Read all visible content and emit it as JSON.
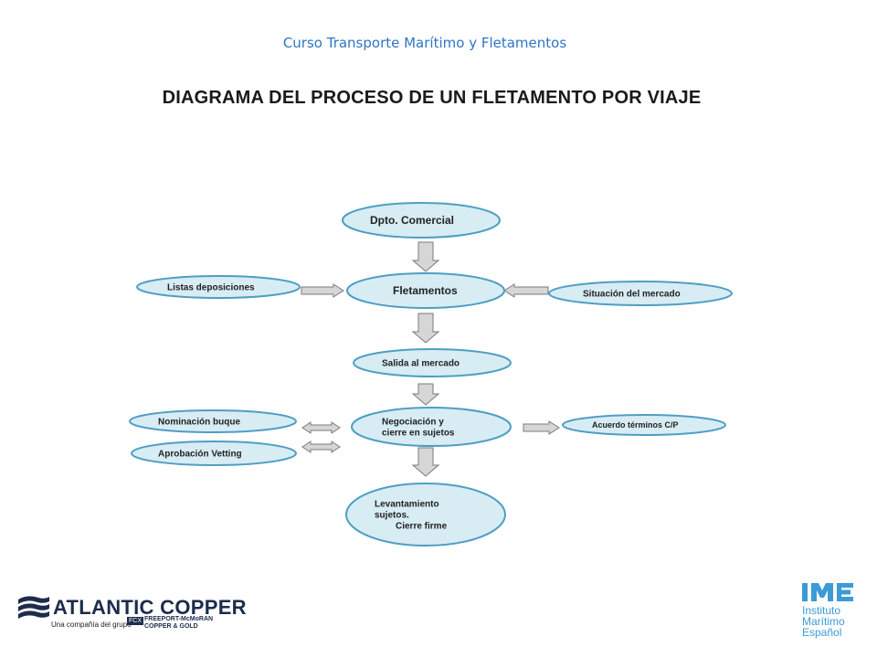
{
  "header": {
    "course_title": "Curso Transporte Marítimo y Fletamentos",
    "diagram_title": "DIAGRAMA  DEL PROCESO DE UN FLETAMENTO  POR VIAJE"
  },
  "colors": {
    "node_fill": "#d8ecf4",
    "node_stroke": "#4f9ec4",
    "arrow_fill": "#d6d6d6",
    "arrow_stroke": "#7a7a7a",
    "title_blue": "#2e75c4",
    "brand_navy": "#1c2c4c",
    "brand_ime_blue": "#3b9bd6"
  },
  "diagram": {
    "nodes": [
      {
        "id": "dpto-comercial",
        "lines": [
          "Dpto. Comercial"
        ]
      },
      {
        "id": "listas-posiciones",
        "lines": [
          "Listas deposiciones"
        ]
      },
      {
        "id": "fletamentos",
        "lines": [
          "Fletamentos"
        ]
      },
      {
        "id": "situacion-mercado",
        "lines": [
          "Situación del mercado"
        ]
      },
      {
        "id": "salida-mercado",
        "lines": [
          "Salida al mercado"
        ]
      },
      {
        "id": "nominacion-buque",
        "lines": [
          "Nominación buque"
        ]
      },
      {
        "id": "aprobacion-vetting",
        "lines": [
          "Aprobación Vetting"
        ]
      },
      {
        "id": "negociacion",
        "lines": [
          "Negociación y",
          "cierre en sujetos"
        ]
      },
      {
        "id": "acuerdo-terminos",
        "lines": [
          "Acuerdo términos C/P"
        ]
      },
      {
        "id": "levantamiento",
        "lines": [
          "Levantamiento",
          "sujetos.",
          "Cierre firme"
        ]
      }
    ],
    "edges": [
      {
        "from": "dpto-comercial",
        "to": "fletamentos",
        "direction": "down"
      },
      {
        "from": "listas-posiciones",
        "to": "fletamentos",
        "direction": "right"
      },
      {
        "from": "situacion-mercado",
        "to": "fletamentos",
        "direction": "left"
      },
      {
        "from": "fletamentos",
        "to": "salida-mercado",
        "direction": "down"
      },
      {
        "from": "salida-mercado",
        "to": "negociacion",
        "direction": "down"
      },
      {
        "from": "nominacion-buque",
        "to": "negociacion",
        "direction": "both"
      },
      {
        "from": "aprobacion-vetting",
        "to": "negociacion",
        "direction": "both"
      },
      {
        "from": "negociacion",
        "to": "acuerdo-terminos",
        "direction": "right"
      },
      {
        "from": "negociacion",
        "to": "levantamiento",
        "direction": "down"
      }
    ]
  },
  "logos": {
    "atlantic_copper": {
      "name": "ATLANTIC COPPER",
      "tagline": "Una compañía del grupo",
      "parent_mark": "FCX",
      "parent_line1": "FREEPORT-McMoRAN",
      "parent_line2": "COPPER & GOLD"
    },
    "ime": {
      "mark": "IME",
      "line1": "Instituto",
      "line2": "Marítimo",
      "line3": "Español"
    }
  }
}
